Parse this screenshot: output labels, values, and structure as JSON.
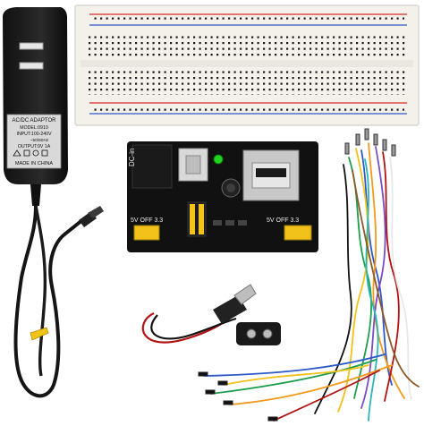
{
  "adapter": {
    "title": "AC/DC ADAPTOR",
    "model": "MODEL:0910",
    "input": "INPUT:100-240V",
    "input2": "~50/60Hz",
    "output": "OUTPUT:9V 1A",
    "origin": "MADE IN CHINA"
  },
  "power_module": {
    "dc_in": "DC-in",
    "left_switch": "5V OFF 3.3",
    "right_switch": "5V OFF 3.3"
  },
  "colors": {
    "breadboard": "#f3f1ea",
    "rail_red": "#d82a2a",
    "rail_blue": "#2d58c8",
    "pcb": "#111111",
    "jumper_yellow": "#f2c21b",
    "led_green": "#21d421"
  }
}
